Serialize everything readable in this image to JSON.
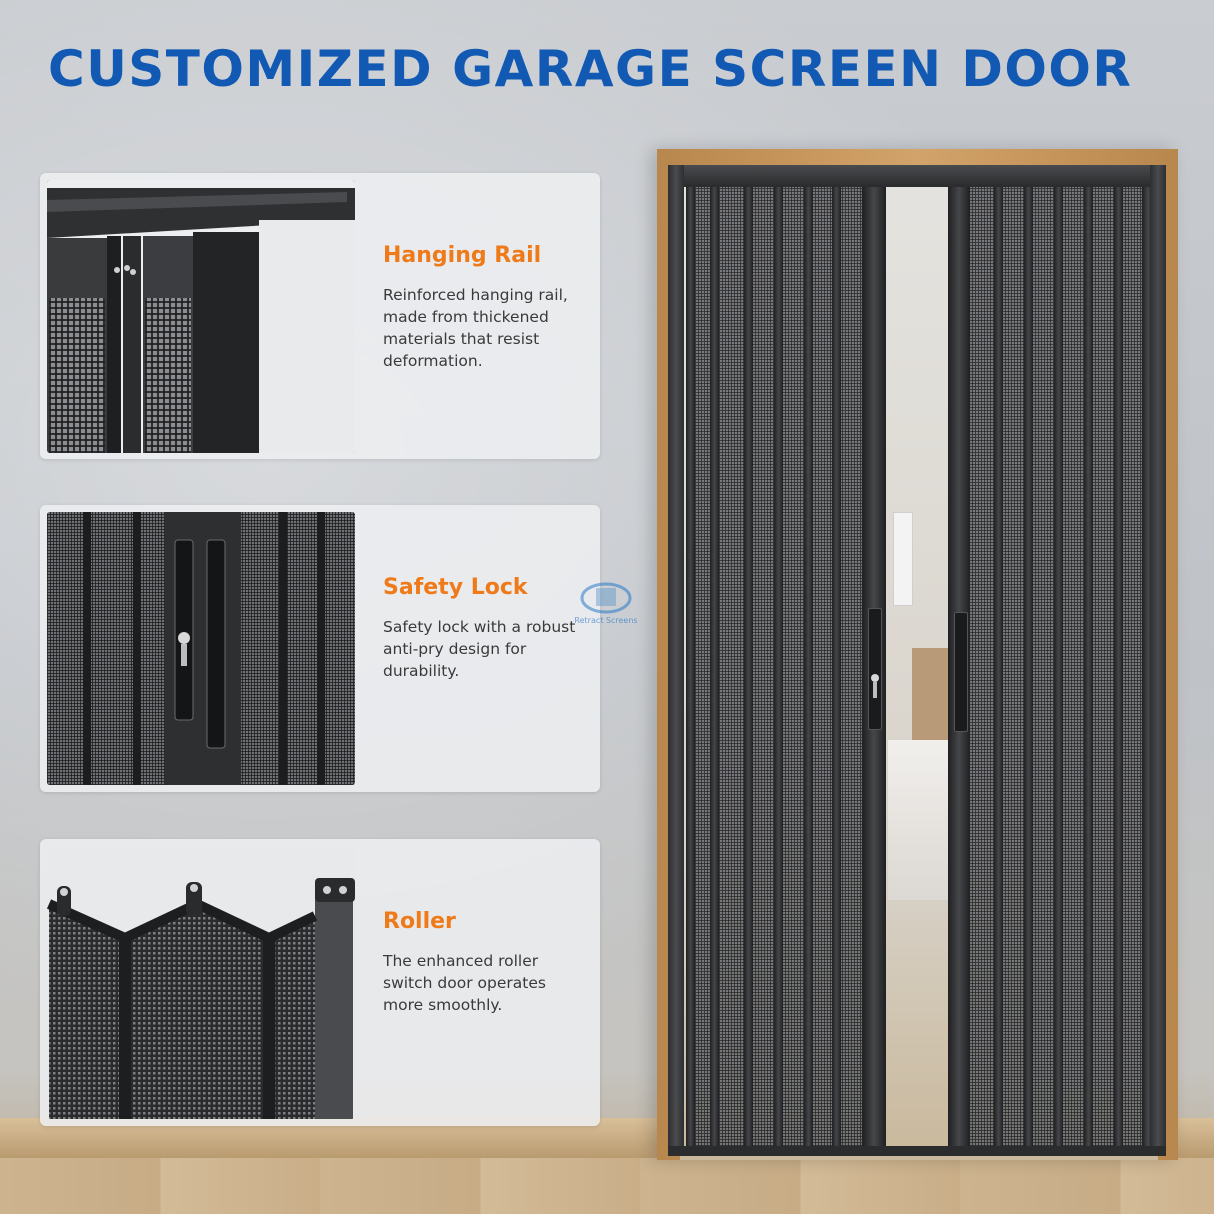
{
  "headline": "CUSTOMIZED GARAGE SCREEN DOOR",
  "features": [
    {
      "title": "Hanging Rail",
      "description": "Reinforced hanging rail, made from thickened materials that resist deformation."
    },
    {
      "title": "Safety Lock",
      "description": "Safety lock with a robust anti-pry design for durability."
    },
    {
      "title": "Roller",
      "description": "The enhanced roller switch door operates more smoothly."
    }
  ],
  "watermark": {
    "text": "Retract Screens"
  },
  "colors": {
    "headline": "#1159b3",
    "feature_title": "#ef7a1a",
    "door_frame": "#c49558",
    "screen": "#2d2e30"
  },
  "icons": [
    "hanging-rail-photo",
    "safety-lock-photo",
    "roller-photo",
    "screen-door-photo",
    "retract-screens-logo"
  ]
}
